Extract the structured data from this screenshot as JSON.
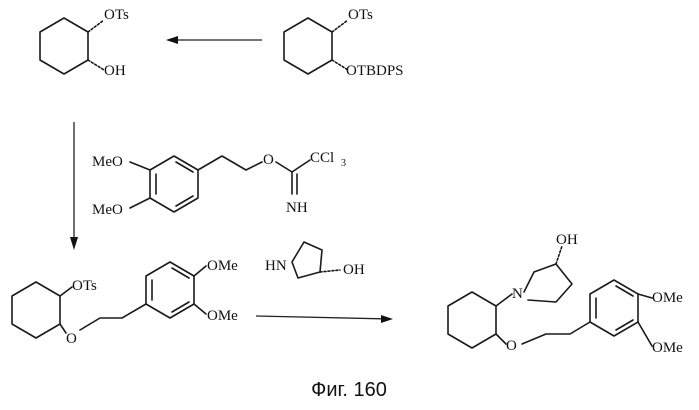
{
  "figure": {
    "caption": "Фиг. 160",
    "molecules": {
      "top_left": {
        "label_1": "OTs",
        "label_2": "OH"
      },
      "top_right": {
        "label_1": "OTs",
        "label_2": "OTBDPS"
      },
      "reagent_1": {
        "label_1": "MeO",
        "label_2": "MeO",
        "label_3": "O",
        "label_4": "CCl",
        "label_4_sub": "3",
        "label_5": "NH"
      },
      "reagent_2": {
        "label_1": "HN",
        "label_2": "OH"
      },
      "bottom_left": {
        "label_1": "OTs",
        "label_2": "O",
        "label_3": "OMe",
        "label_4": "OMe"
      },
      "bottom_right": {
        "label_1": "OH",
        "label_2": "N",
        "label_3": "O",
        "label_4": "OMe",
        "label_5": "OMe"
      }
    }
  }
}
